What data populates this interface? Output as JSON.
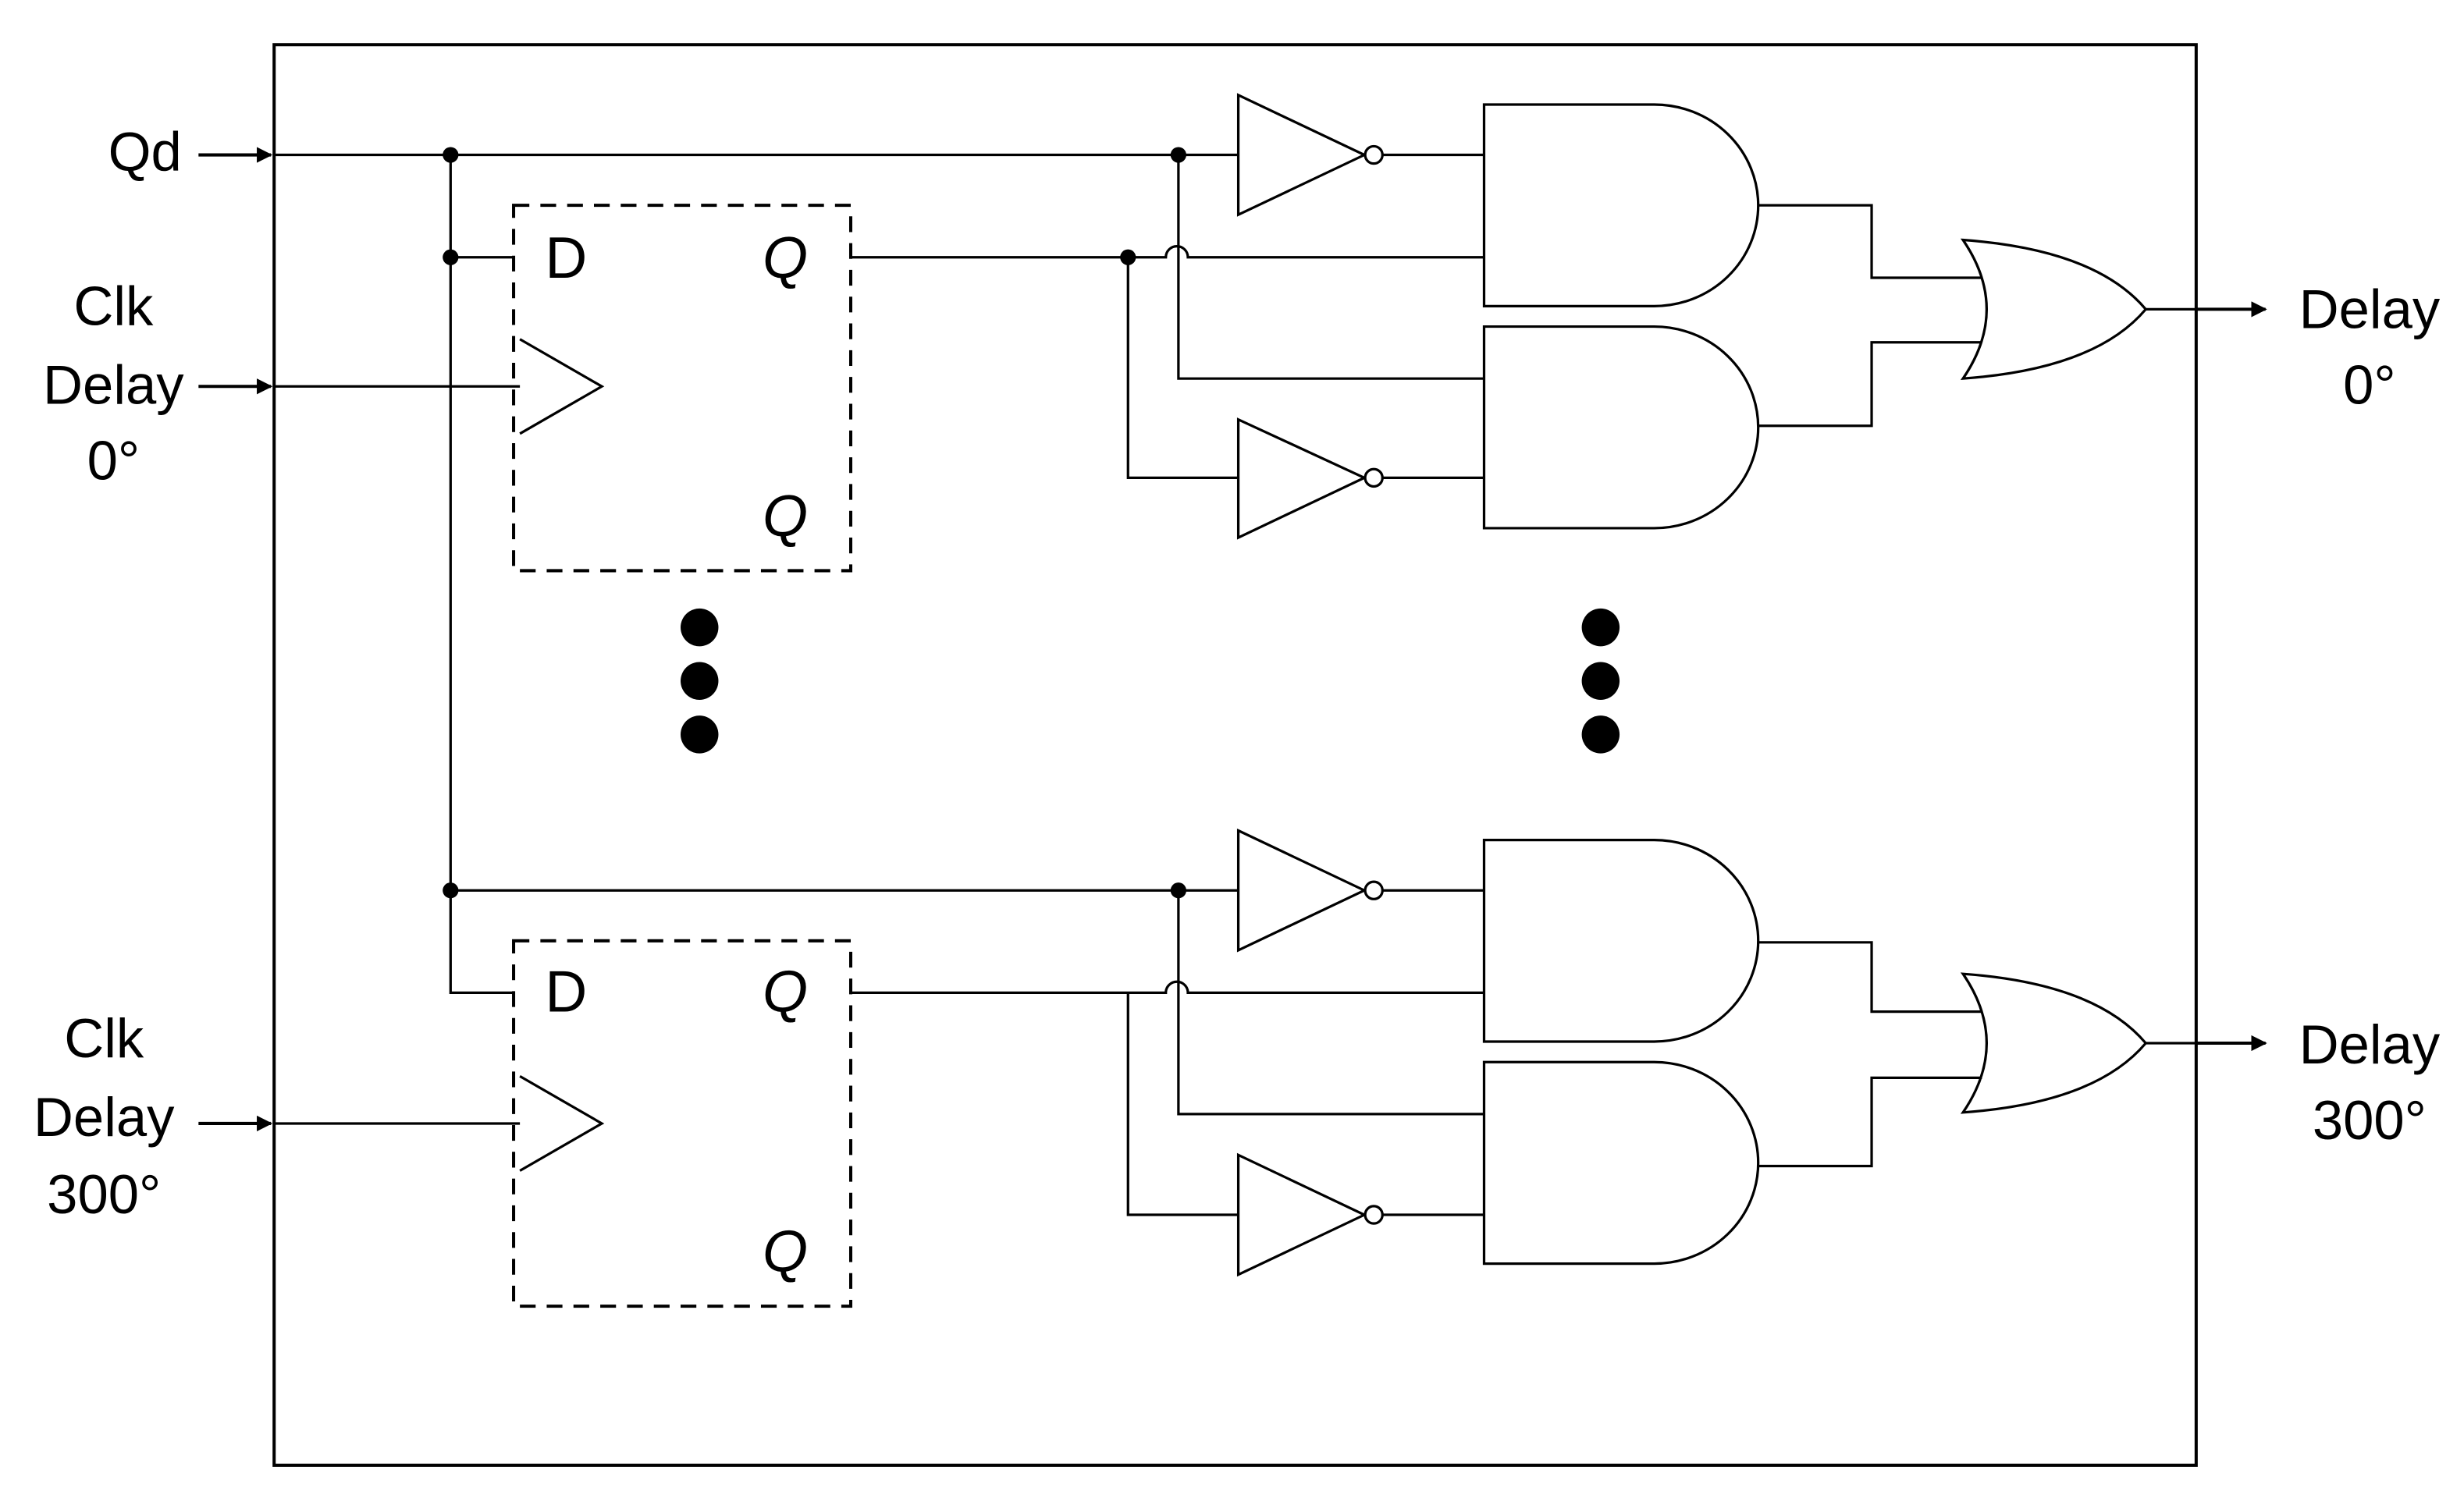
{
  "inputs": {
    "qd": "Qd",
    "clk0": [
      "Clk",
      "Delay",
      "0°"
    ],
    "clk300": [
      "Clk",
      "Delay",
      "300°"
    ]
  },
  "outputs": {
    "delay0": [
      "Delay",
      "0°"
    ],
    "delay300": [
      "Delay",
      "300°"
    ]
  },
  "flipflop": {
    "d_pin": "D",
    "q_pin": "Q",
    "qbar_pin": "Q"
  }
}
